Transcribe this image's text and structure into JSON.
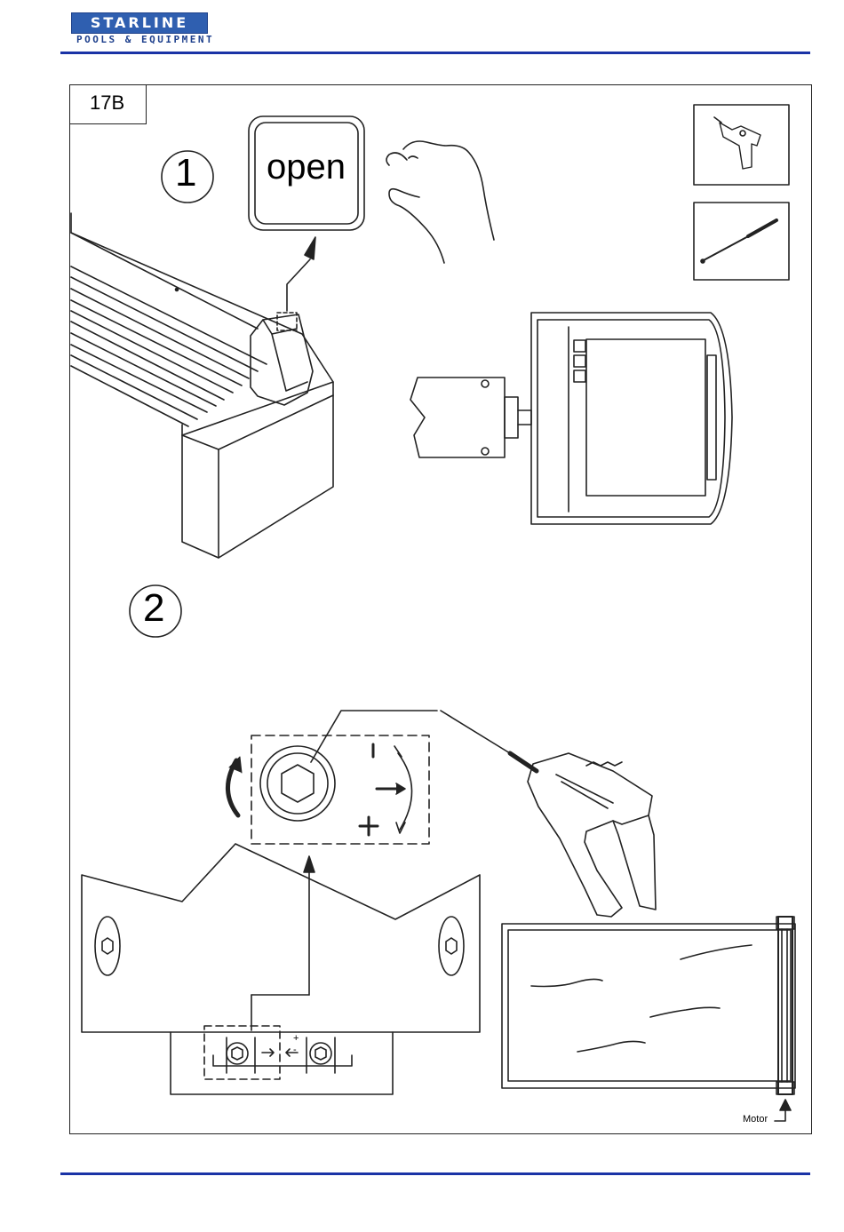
{
  "header": {
    "brand": "STARLINE",
    "tagline": "POOLS & EQUIPMENT",
    "brand_color": "#2f5fb0",
    "rule_color": "#1a33a6"
  },
  "figure": {
    "label": "17B",
    "step1": "1",
    "step2": "2",
    "button_text": "open",
    "sign_minus": "-",
    "sign_plus": "+",
    "small_minus": "-",
    "small_plus": "+",
    "motor_label": "Motor",
    "tools": [
      "drill-icon",
      "screwdriver-bit-icon"
    ]
  }
}
